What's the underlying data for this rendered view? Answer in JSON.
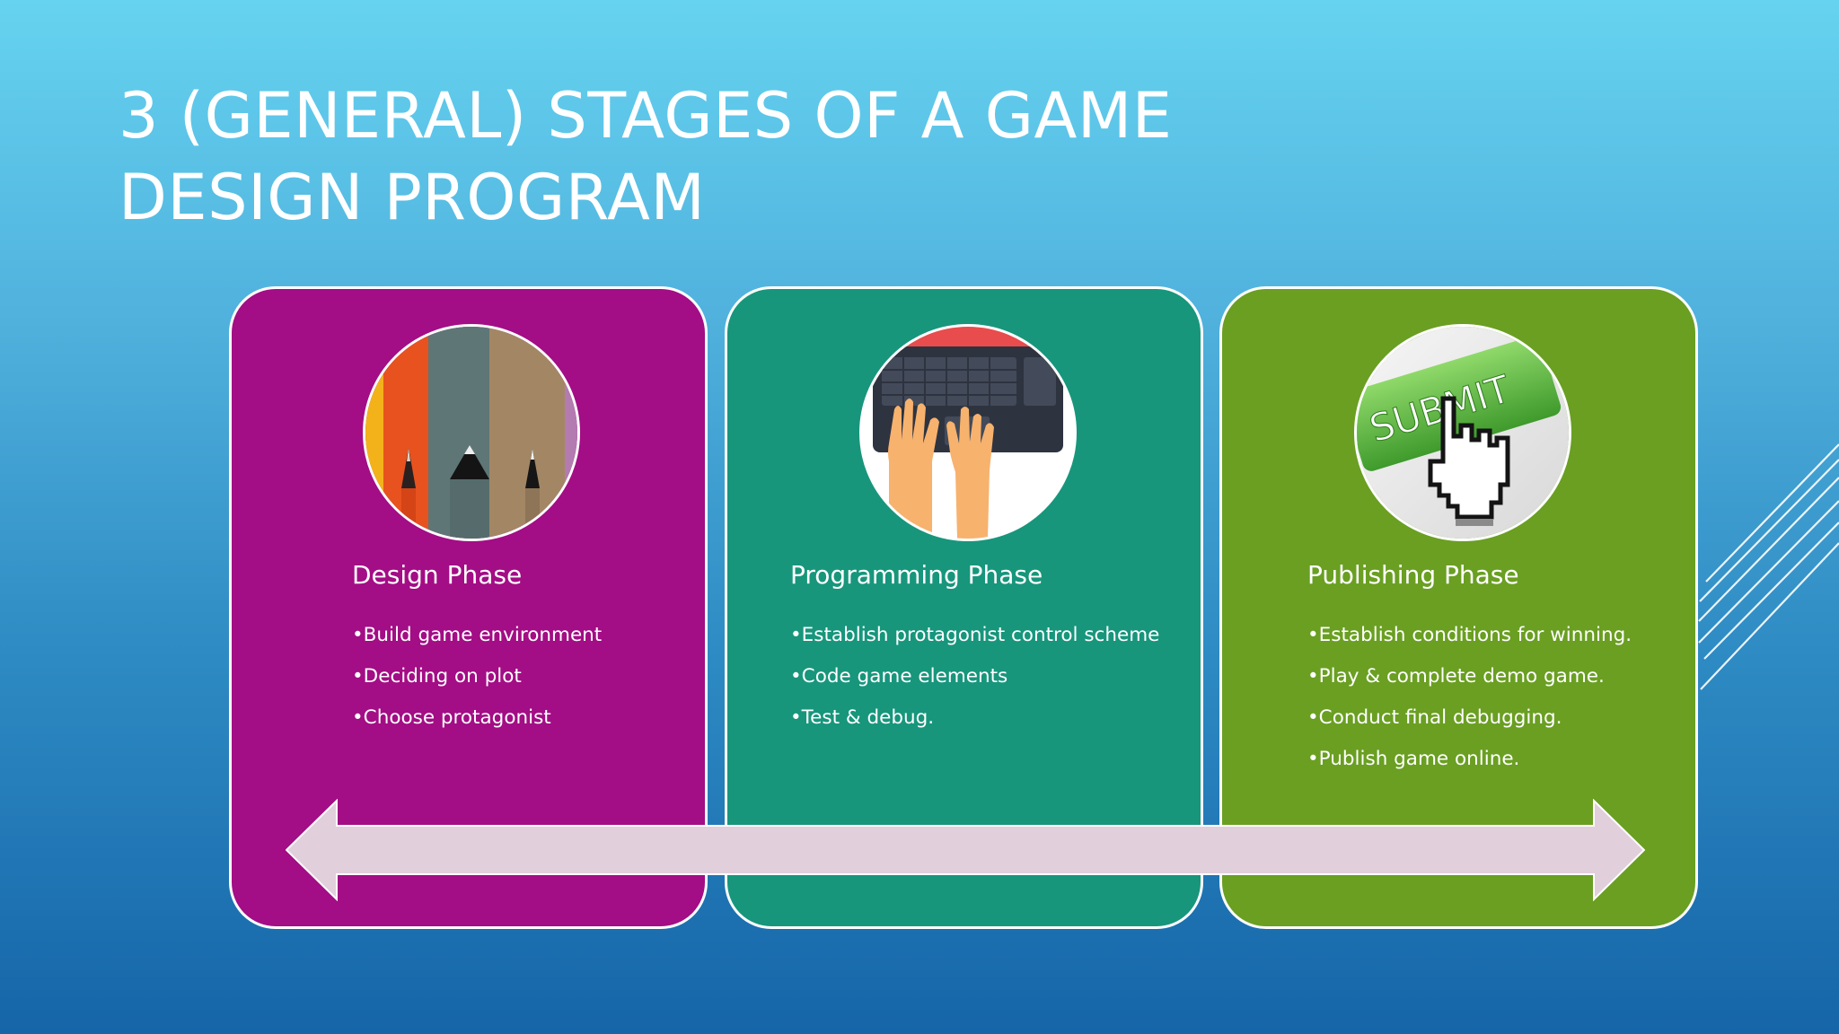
{
  "slide": {
    "title_line1": "3 (GENERAL) STAGES OF A GAME",
    "title_line2": "DESIGN PROGRAM"
  },
  "phases": [
    {
      "title": "Design Phase",
      "color": "#a30d85",
      "image": "colored-pencils-photo",
      "bullets": [
        "•Build game environment",
        "•Deciding on plot",
        "•Choose protagonist"
      ]
    },
    {
      "title": "Programming Phase",
      "color": "#17967c",
      "image": "hands-on-keyboard-illustration",
      "bullets": [
        "•Establish protagonist control scheme",
        "•Code game elements",
        "•Test & debug."
      ]
    },
    {
      "title": "Publishing Phase",
      "color": "#6a9f22",
      "image": "submit-button-cursor-illustration",
      "image_text": "SUBMIT",
      "bullets": [
        "•Establish conditions for winning.",
        "•Play & complete demo game.",
        "•Conduct final debugging.",
        "•Publish game online."
      ]
    }
  ],
  "timeline_arrow": {
    "icon": "double-headed-arrow",
    "color": "#e1cfdc"
  }
}
